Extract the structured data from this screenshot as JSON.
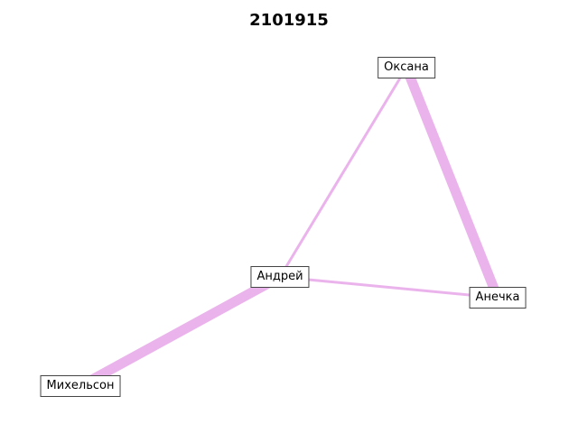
{
  "title": "2101915",
  "edge_color": "#ebb3ec",
  "nodes": [
    {
      "id": "oksana",
      "label": "Оксана"
    },
    {
      "id": "andrey",
      "label": "Андрей"
    },
    {
      "id": "anechka",
      "label": "Анечка"
    },
    {
      "id": "mikhelson",
      "label": "Михельсон"
    }
  ],
  "edges": [
    {
      "source": "oksana",
      "target": "anechka",
      "weight": 5
    },
    {
      "source": "oksana",
      "target": "andrey",
      "weight": 1
    },
    {
      "source": "andrey",
      "target": "anechka",
      "weight": 1
    },
    {
      "source": "andrey",
      "target": "mikhelson",
      "weight": 5
    }
  ]
}
